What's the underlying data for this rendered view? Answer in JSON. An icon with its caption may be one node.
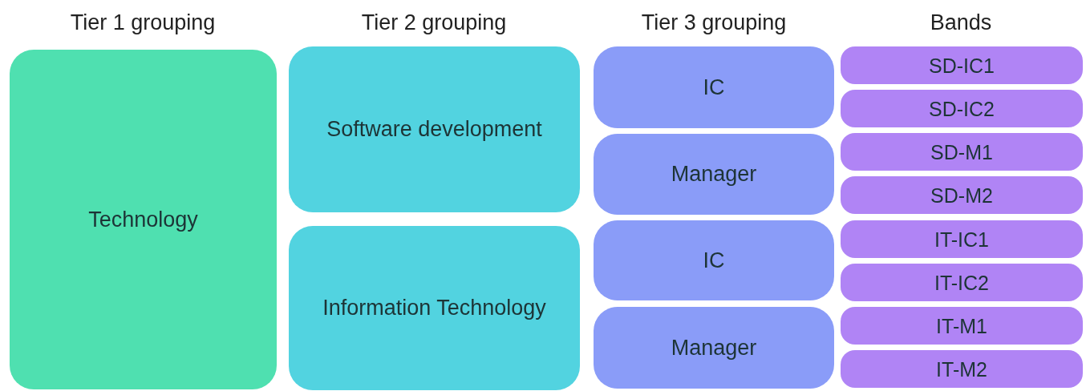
{
  "diagram": {
    "nodes": [
      {
        "text": [
          "Technology"
        ]
      },
      {
        "text": [
          "Software development"
        ]
      },
      {
        "text": [
          "Information Technology"
        ]
      },
      {
        "text": [
          "IC"
        ]
      },
      {
        "text": [
          "Manager"
        ]
      },
      {
        "text": [
          "IC"
        ]
      },
      {
        "text": [
          "Manager"
        ]
      },
      {
        "text": [
          "SD-IC1"
        ]
      },
      {
        "text": [
          "SD-IC2"
        ]
      },
      {
        "text": [
          "SD-M1"
        ]
      },
      {
        "text": [
          "SD-M2"
        ]
      },
      {
        "text": [
          "IT-IC1"
        ]
      },
      {
        "text": [
          "IT-IC2"
        ]
      },
      {
        "text": [
          "IT-M1"
        ]
      },
      {
        "text": [
          "IT-M2"
        ]
      }
    ],
    "labels": [
      "Tier 1 grouping",
      "Tier 2 grouping",
      "Tier 3 grouping",
      "Bands"
    ]
  }
}
